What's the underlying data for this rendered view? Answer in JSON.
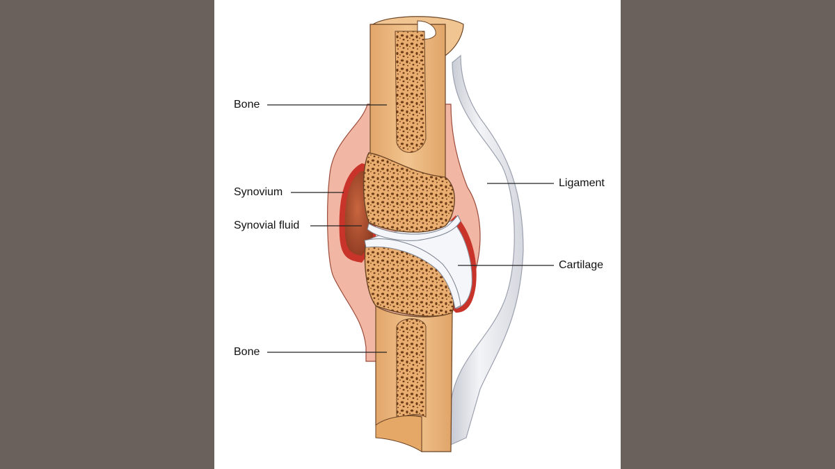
{
  "labels": {
    "bone_top": "Bone",
    "synovium": "Synovium",
    "synovial_fluid": "Synovial fluid",
    "bone_bottom": "Bone",
    "ligament": "Ligament",
    "cartilage": "Cartilage"
  },
  "colors": {
    "background": "#6a605c",
    "panel": "#ffffff",
    "bone_outer": "#e9b57f",
    "bone_spongy": "#d99a5a",
    "marrow_hole": "#7a4a23",
    "capsule": "#f2b6a4",
    "synovium": "#c8342a",
    "synovial_fluid": "#a9502f",
    "cartilage": "#f4f6f9",
    "ligament": "#e6e8ee"
  }
}
